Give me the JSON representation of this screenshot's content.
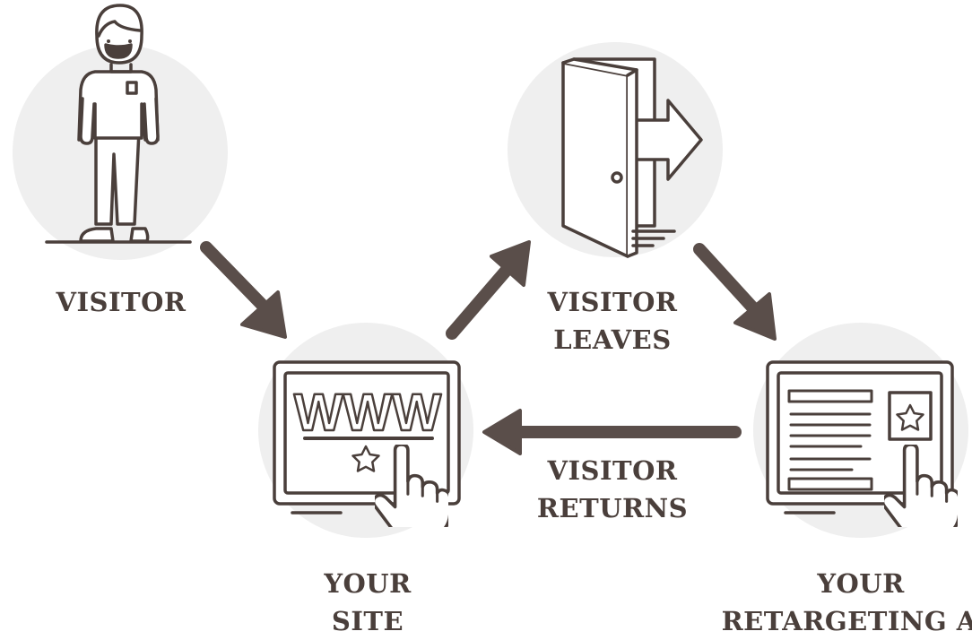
{
  "colors": {
    "ink": "#4a3f3b",
    "circle": "#efefef",
    "arrow": "#5a4e4a",
    "paper": "#ffffff"
  },
  "nodes": {
    "visitor": {
      "lines": [
        "VISITOR"
      ],
      "icon": "person-icon"
    },
    "leaves": {
      "lines": [
        "VISITOR",
        "LEAVES"
      ],
      "icon": "door-exit-icon"
    },
    "site": {
      "lines": [
        "YOUR",
        "SITE"
      ],
      "icon": "website-touch-icon"
    },
    "ad": {
      "lines": [
        "YOUR",
        "RETARGETING AD"
      ],
      "icon": "ad-touch-icon"
    }
  },
  "edges": {
    "returns": {
      "lines": [
        "VISITOR",
        "RETURNS"
      ]
    }
  },
  "screen_text": {
    "www": "WWW"
  }
}
